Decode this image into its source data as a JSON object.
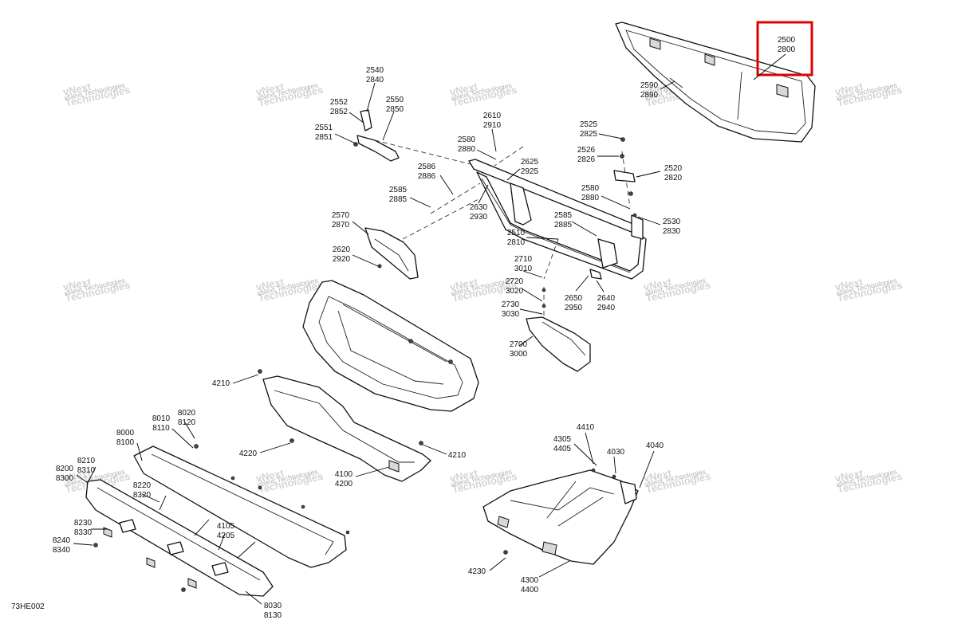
{
  "watermark": {
    "line1": "vNext",
    "line2": "Technologies",
    "small": "vNext Technologies"
  },
  "diagram_code": "73HE002",
  "highlight_color": "#e00000",
  "callouts": {
    "c2500": [
      "2500",
      "2800"
    ],
    "c2590": [
      "2590",
      "2890"
    ],
    "c2540": [
      "2540",
      "2840"
    ],
    "c2552": [
      "2552",
      "2852"
    ],
    "c2550": [
      "2550",
      "2850"
    ],
    "c2551": [
      "2551",
      "2851"
    ],
    "c2610": [
      "2610",
      "2910"
    ],
    "c2580a": [
      "2580",
      "2880"
    ],
    "c2586": [
      "2586",
      "2886"
    ],
    "c2625": [
      "2625",
      "2925"
    ],
    "c2585a": [
      "2585",
      "2885"
    ],
    "c2630": [
      "2630",
      "2930"
    ],
    "c2570": [
      "2570",
      "2870"
    ],
    "c2620": [
      "2620",
      "2920"
    ],
    "c2525": [
      "2525",
      "2825"
    ],
    "c2526": [
      "2526",
      "2826"
    ],
    "c2520": [
      "2520",
      "2820"
    ],
    "c2580b": [
      "2580",
      "2880"
    ],
    "c2530": [
      "2530",
      "2830"
    ],
    "c2585b": [
      "2585",
      "2885"
    ],
    "c2510": [
      "2510",
      "2810"
    ],
    "c2710": [
      "2710",
      "3010"
    ],
    "c2720": [
      "2720",
      "3020"
    ],
    "c2730": [
      "2730",
      "3030"
    ],
    "c2650": [
      "2650",
      "2950"
    ],
    "c2640": [
      "2640",
      "2940"
    ],
    "c2700": [
      "2700",
      "3000"
    ],
    "c4210a": [
      "4210"
    ],
    "c4210b": [
      "4210"
    ],
    "c4220": [
      "4220"
    ],
    "c4100": [
      "4100",
      "4200"
    ],
    "c8000": [
      "8000",
      "8100"
    ],
    "c8010": [
      "8010",
      "8110"
    ],
    "c8020": [
      "8020",
      "8120"
    ],
    "c8200": [
      "8200",
      "8300"
    ],
    "c8210": [
      "8210",
      "8310"
    ],
    "c8220": [
      "8220",
      "8320"
    ],
    "c8230": [
      "8230",
      "8330"
    ],
    "c8240": [
      "8240",
      "8340"
    ],
    "c4105": [
      "4105",
      "4205"
    ],
    "c8030": [
      "8030",
      "8130"
    ],
    "c4410": [
      "4410"
    ],
    "c4305": [
      "4305",
      "4405"
    ],
    "c4030": [
      "4030"
    ],
    "c4040": [
      "4040"
    ],
    "c4230": [
      "4230"
    ],
    "c4300": [
      "4300",
      "4400"
    ]
  }
}
